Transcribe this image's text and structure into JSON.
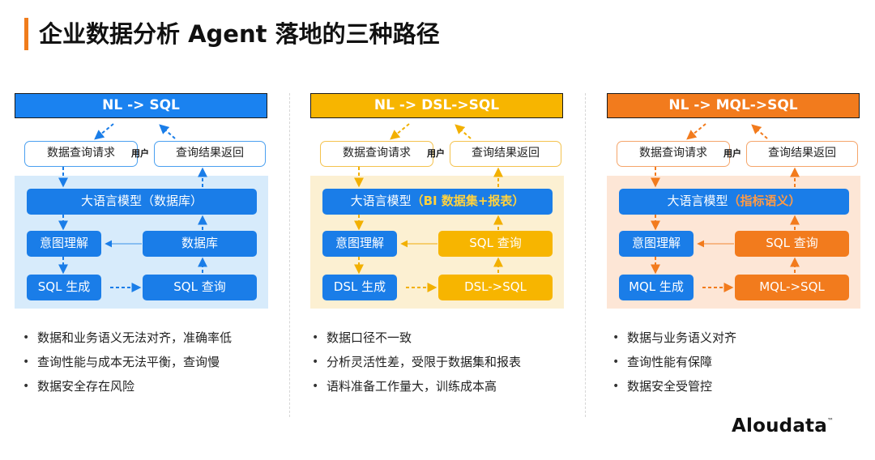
{
  "page": {
    "title": "企业数据分析 Agent 落地的三种路径",
    "logo": "Aloudata",
    "logo_mark": "™",
    "accent_color": "#f07c1c"
  },
  "paths": [
    {
      "theme": "blue",
      "header": "NL -> SQL",
      "request": "数据查询请求",
      "user": "用户",
      "result": "查询结果返回",
      "llm_prefix": "大语言模型",
      "llm_highlight": "（数据库）",
      "box1": "意图理解",
      "box2": "数据库",
      "box3": "SQL 生成",
      "box4": "SQL 查询",
      "bullets": [
        "数据和业务语义无法对齐，准确率低",
        "查询性能与成本无法平衡，查询慢",
        "数据安全存在风险"
      ]
    },
    {
      "theme": "yellow",
      "header": "NL -> DSL->SQL",
      "request": "数据查询请求",
      "user": "用户",
      "result": "查询结果返回",
      "llm_prefix": "大语言模型",
      "llm_highlight": "（BI 数据集+报表）",
      "box1": "意图理解",
      "box2": "SQL 查询",
      "box3": "DSL 生成",
      "box4": "DSL->SQL",
      "bullets": [
        "数据口径不一致",
        "分析灵活性差，受限于数据集和报表",
        "语料准备工作量大，训练成本高"
      ]
    },
    {
      "theme": "orange",
      "header": "NL -> MQL->SQL",
      "request": "数据查询请求",
      "user": "用户",
      "result": "查询结果返回",
      "llm_prefix": "大语言模型",
      "llm_highlight": "（指标语义）",
      "box1": "意图理解",
      "box2": "SQL 查询",
      "box3": "MQL 生成",
      "box4": "MQL->SQL",
      "bullets": [
        "数据与业务语义对齐",
        "查询性能有保障",
        "数据安全受管控"
      ]
    }
  ],
  "colors": {
    "blue": "#1a82f0",
    "yellow": "#f7b500",
    "orange": "#f27b1d",
    "box_blue": "#1a7de8"
  }
}
